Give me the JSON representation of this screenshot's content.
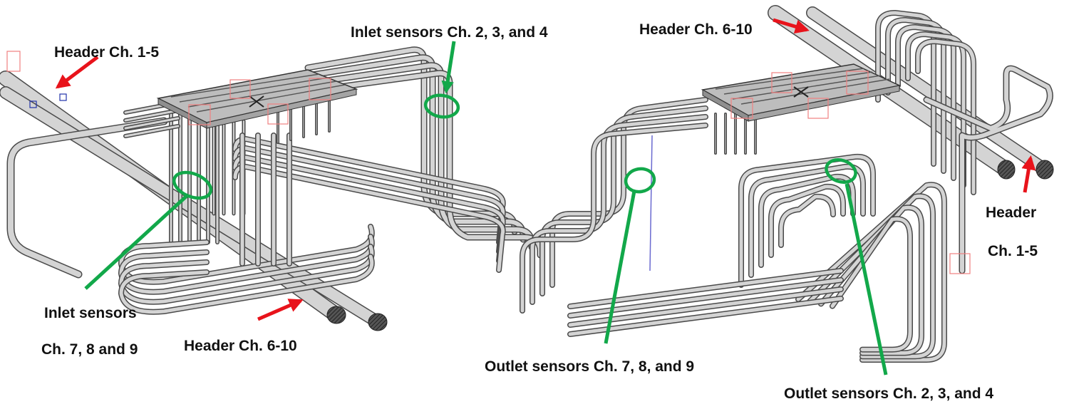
{
  "labels": {
    "left_header_1_5": "Header Ch. 1-5",
    "left_inlet_2_3_4": "Inlet sensors Ch. 2, 3, and 4",
    "left_inlet_7_8_9_line1": "Inlet sensors",
    "left_inlet_7_8_9_line2": "Ch. 7, 8 and 9",
    "left_header_6_10": "Header Ch. 6-10",
    "right_header_6_10": "Header Ch. 6-10",
    "right_header_1_5_line1": "Header",
    "right_header_1_5_line2": "Ch. 1-5",
    "right_outlet_7_8_9": "Outlet sensors Ch. 7, 8, and 9",
    "right_outlet_2_3_4": "Outlet sensors Ch. 2, 3, and 4"
  },
  "colors": {
    "pipe_fill": "#d4d4d4",
    "pipe_edge": "#4a4a4a",
    "header_arrow": "#e8131b",
    "sensor_marker": "#12a84a",
    "highlight_box": "#f08080",
    "end_cap": "#333333"
  }
}
